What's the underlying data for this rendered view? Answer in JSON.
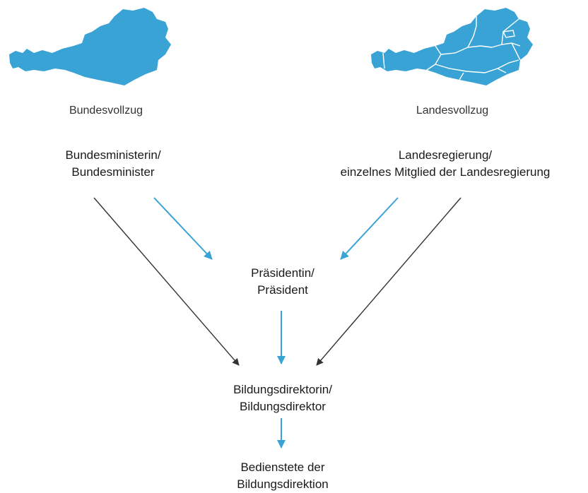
{
  "colors": {
    "accent": "#3aa3d6",
    "dark_arrow": "#333333"
  },
  "maps": {
    "left": {
      "icon": "austria-map-icon",
      "caption": "Bundesvollzug"
    },
    "right": {
      "icon": "austria-states-map-icon",
      "caption": "Landesvollzug"
    }
  },
  "nodes": {
    "federal_minister": {
      "line1": "Bundesministerin/",
      "line2": "Bundesminister"
    },
    "state_government": {
      "line1": "Landesregierung/",
      "line2": "einzelnes Mitglied der Landesregierung"
    },
    "president": {
      "line1": "Präsidentin/",
      "line2": "Präsident"
    },
    "education_director": {
      "line1": "Bildungsdirektorin/",
      "line2": "Bildungsdirektor"
    },
    "staff": {
      "line1": "Bedienstete der",
      "line2": "Bildungsdirektion"
    }
  },
  "edges": [
    {
      "from": "federal_minister",
      "to": "education_director",
      "style": "dark"
    },
    {
      "from": "federal_minister",
      "to": "president",
      "style": "accent"
    },
    {
      "from": "state_government",
      "to": "president",
      "style": "accent"
    },
    {
      "from": "state_government",
      "to": "education_director",
      "style": "dark"
    },
    {
      "from": "president",
      "to": "education_director",
      "style": "accent"
    },
    {
      "from": "education_director",
      "to": "staff",
      "style": "accent"
    }
  ]
}
